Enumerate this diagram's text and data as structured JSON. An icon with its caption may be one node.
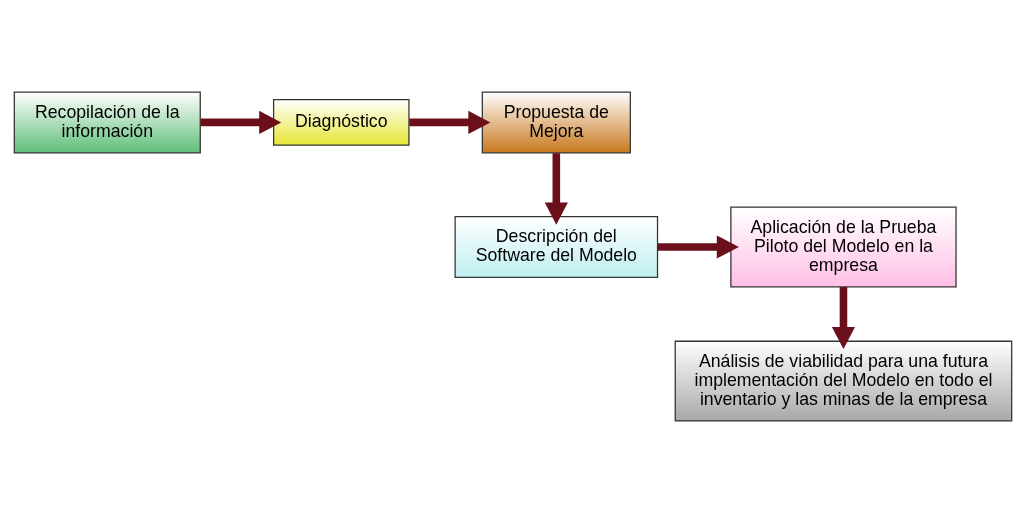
{
  "diagram": {
    "nodes": [
      {
        "text": [
          "Recopilación de la información"
        ]
      },
      {
        "text": [
          "Diagnóstico"
        ]
      },
      {
        "text": [
          "Propuesta de Mejora"
        ]
      },
      {
        "text": [
          "Descripción del Software del Modelo"
        ]
      },
      {
        "text": [
          "Aplicación de la Prueba Piloto del Modelo en la empresa"
        ]
      },
      {
        "text": [
          "Análisis de viabilidad para una futura implementación del Modelo en todo el inventario y las minas de la empresa"
        ]
      }
    ],
    "edges": [
      {
        "from": 0,
        "to": 1,
        "arrow": "to"
      },
      {
        "from": 1,
        "to": 2,
        "arrow": "to"
      },
      {
        "from": 2,
        "to": 3,
        "arrow": "to"
      },
      {
        "from": 3,
        "to": 4,
        "arrow": "to"
      },
      {
        "from": 4,
        "to": 5,
        "arrow": "to"
      }
    ]
  }
}
